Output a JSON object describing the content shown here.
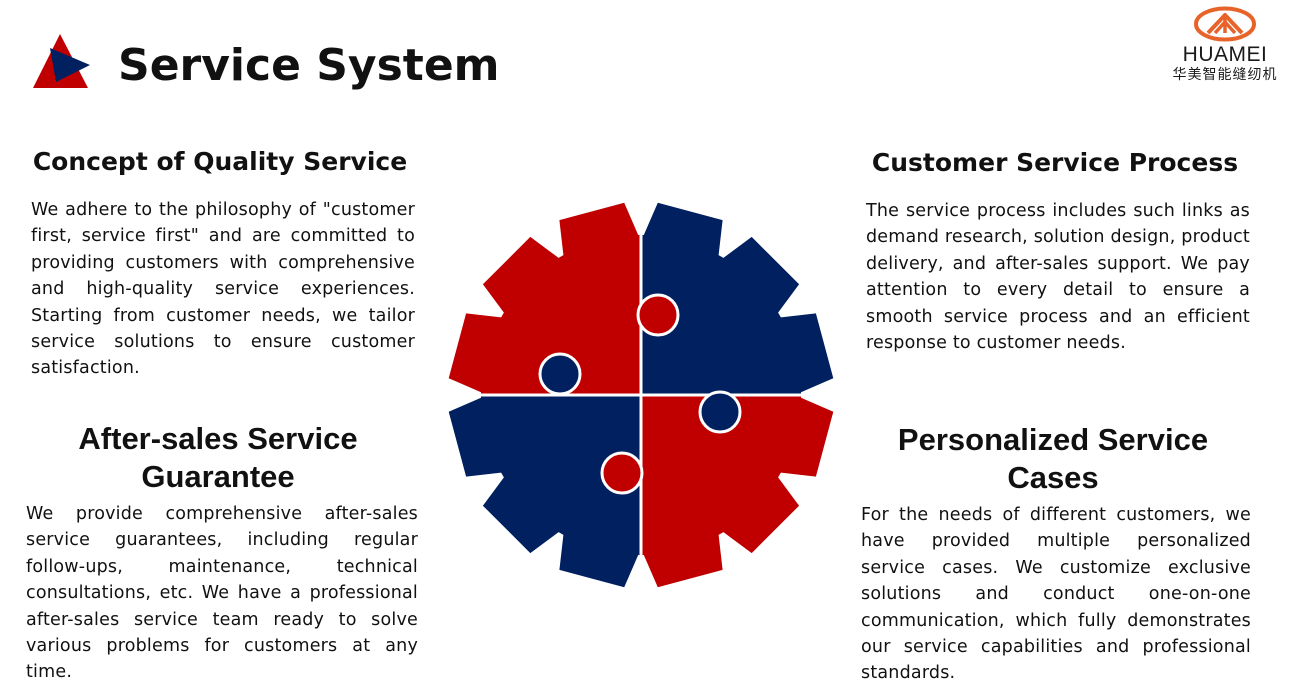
{
  "header": {
    "title": "Service System"
  },
  "logo": {
    "name": "HUAMEI",
    "subtitle": "华美智能缝纫机",
    "icon": "huamei-logo-icon"
  },
  "sections": {
    "quality": {
      "title": "Concept of Quality Service",
      "body": "We adhere to the philosophy of \"customer first, service first\" and are committed to providing customers with comprehensive and high-quality service experiences. Starting from customer needs, we tailor service solutions to ensure customer satisfaction."
    },
    "process": {
      "title": "Customer Service Process",
      "body": "The service process includes such links as demand research, solution design, product delivery, and after-sales support. We pay attention to every detail to ensure a smooth service process and an efficient response to customer needs."
    },
    "aftersales": {
      "title": "After-sales Service Guarantee",
      "body": "We provide comprehensive after-sales service guarantees, including regular follow-ups, maintenance, technical consultations, etc. We have a professional after-sales service team ready to solve various problems for customers at any time."
    },
    "cases": {
      "title": "Personalized Service Cases",
      "body": "For the needs of different customers, we have provided multiple personalized service cases. We customize exclusive solutions and conduct one-on-one communication, which fully demonstrates our service capabilities and professional standards."
    }
  },
  "colors": {
    "red": "#C00000",
    "navy": "#002060",
    "logo_orange": "#E8632A"
  }
}
